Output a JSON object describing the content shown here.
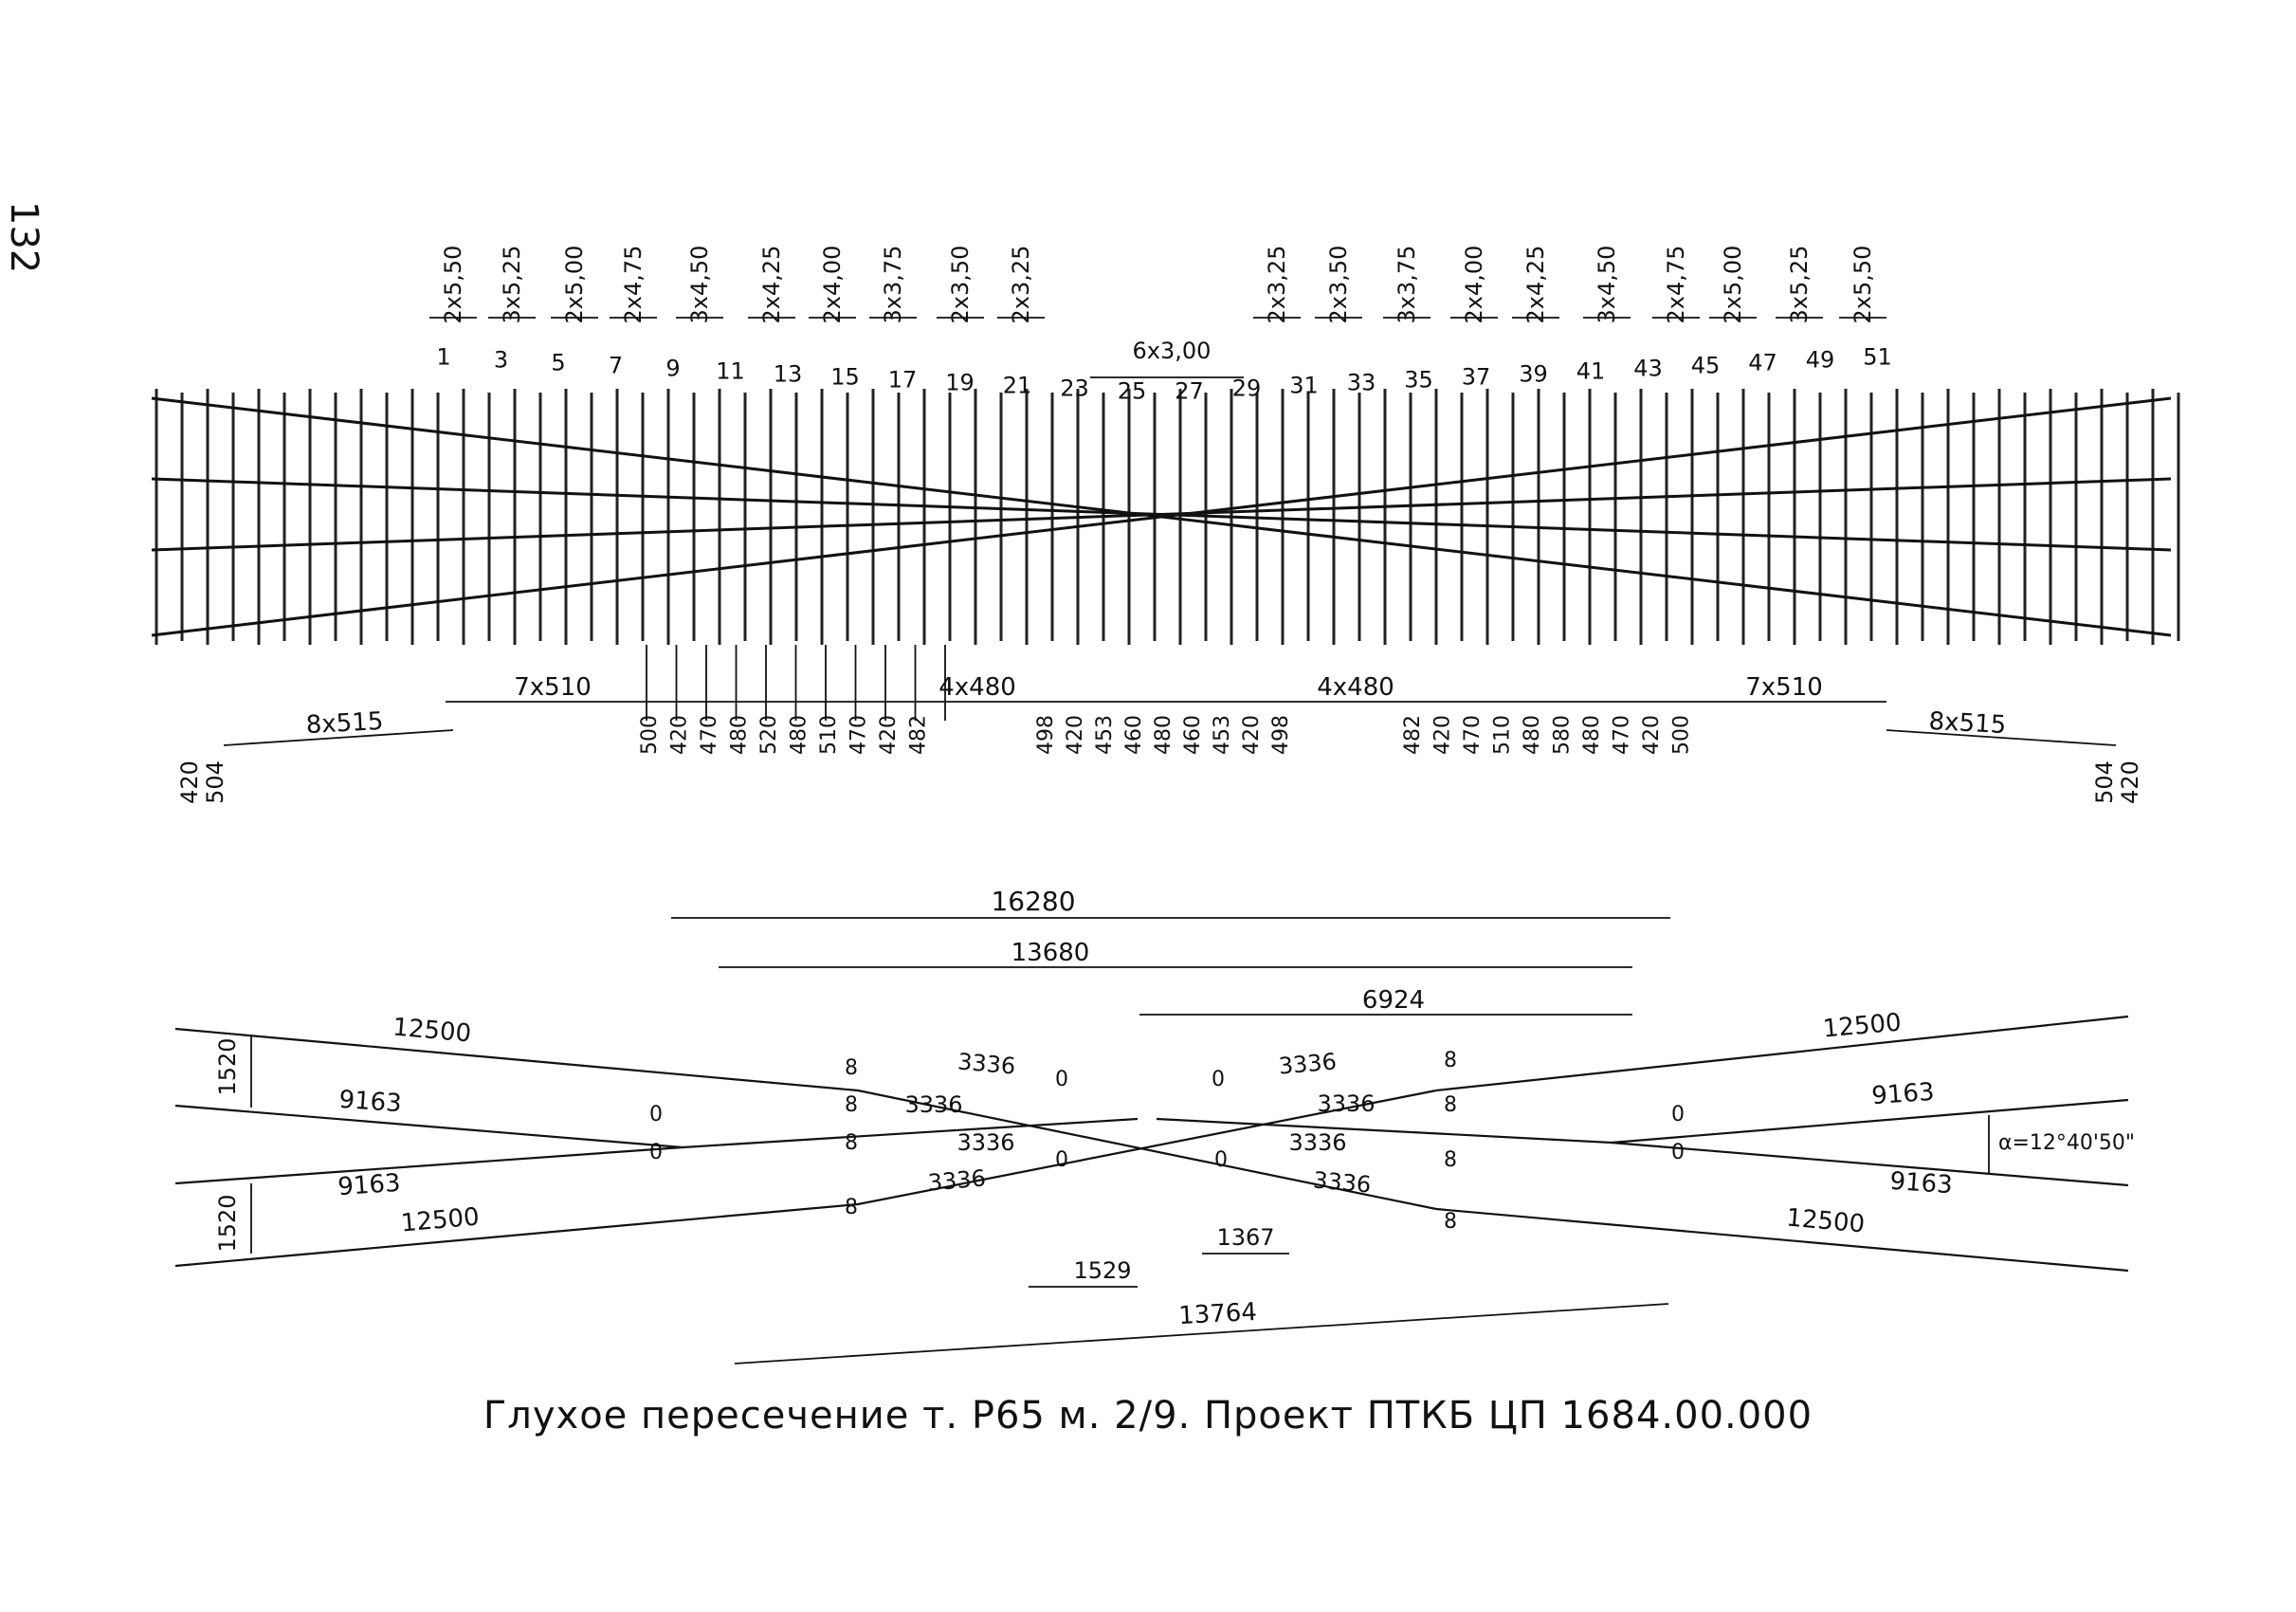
{
  "page_number": "132",
  "caption": "Глухое пересечение т. Р65 м. 2/9. Проект ПТКБ ЦП   1684.00.000",
  "top_plan": {
    "groups_left": [
      "2x5,50",
      "3x5,25",
      "2x5,00",
      "2x4,75",
      "3x4,50",
      "2x4,25",
      "2x4,00",
      "3x3,75",
      "2x3,50",
      "2x3,25"
    ],
    "group_center": "6x3,00",
    "groups_right": [
      "2x3,25",
      "2x3,50",
      "3x3,75",
      "2x4,00",
      "2x4,25",
      "3x4,50",
      "2x4,75",
      "2x5,00",
      "3x5,25",
      "2x5,50"
    ],
    "tie_numbers": [
      "1",
      "3",
      "5",
      "7",
      "9",
      "11",
      "13",
      "15",
      "17",
      "19",
      "21",
      "23",
      "25",
      "27",
      "29",
      "31",
      "33",
      "35",
      "37",
      "39",
      "41",
      "43",
      "45",
      "47",
      "49",
      "51"
    ],
    "dims_left": {
      "end": [
        "420",
        "504"
      ],
      "run1": "8x515",
      "run2": "7x510",
      "spacings1": [
        "500",
        "420",
        "470",
        "480",
        "520",
        "480",
        "510",
        "470",
        "420",
        "482"
      ],
      "run3": "4x480"
    },
    "dims_center": [
      "498",
      "420",
      "453",
      "460",
      "480",
      "460",
      "453",
      "420",
      "498"
    ],
    "dims_right": {
      "run3": "4x480",
      "spacings1": [
        "482",
        "420",
        "470",
        "510",
        "480",
        "580",
        "480",
        "470",
        "420",
        "500"
      ],
      "run2": "7x510",
      "run1": "8x515",
      "end": [
        "504",
        "420"
      ]
    }
  },
  "bottom_plan": {
    "overall_16280": "16280",
    "overall_13680": "13680",
    "half_6924": "6924",
    "overall_13764": "13764",
    "rail_12500": "12500",
    "rail_9163": "9163",
    "rail_3336": "3336",
    "gauge_1520": "1520",
    "dim_1529": "1529",
    "dim_1367": "1367",
    "angle": "α=12°40'50\"",
    "mark_0": "0",
    "mark_8": "8"
  }
}
